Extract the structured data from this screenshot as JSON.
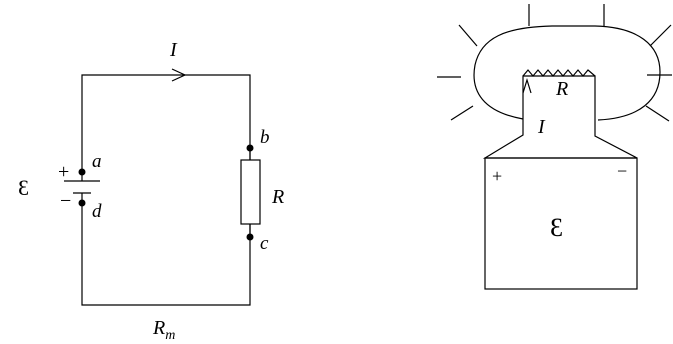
{
  "circuit": {
    "current_label": "I",
    "emf_symbol": "Ɛ",
    "node_a": "a",
    "node_b": "b",
    "node_c": "c",
    "node_d": "d",
    "resistor_label": "R",
    "wire_resistance_label": "R",
    "wire_resistance_subscript": "m",
    "plus_sign": "+",
    "minus_sign": "−"
  },
  "bulb": {
    "filament_label": "R",
    "current_label": "I",
    "plus_sign": "+",
    "minus_sign": "−",
    "emf_symbol": "Ɛ"
  }
}
